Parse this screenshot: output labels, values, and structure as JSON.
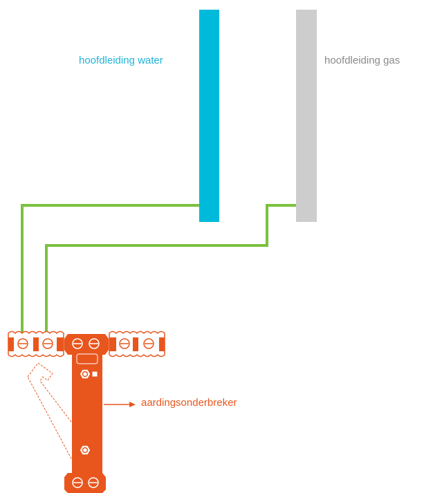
{
  "labels": {
    "water_pipe": "hoofdleiding water",
    "gas_pipe": "hoofdleiding gas",
    "breaker": "aardingsonderbreker"
  },
  "colors": {
    "water": "#00BADB",
    "gas": "#CDCDCD",
    "earth_wire": "#7BC13F",
    "breaker": "#E8561E",
    "water_text": "#1FB4DA",
    "gas_text": "#8A8A8A",
    "breaker_text": "#E8561E"
  }
}
